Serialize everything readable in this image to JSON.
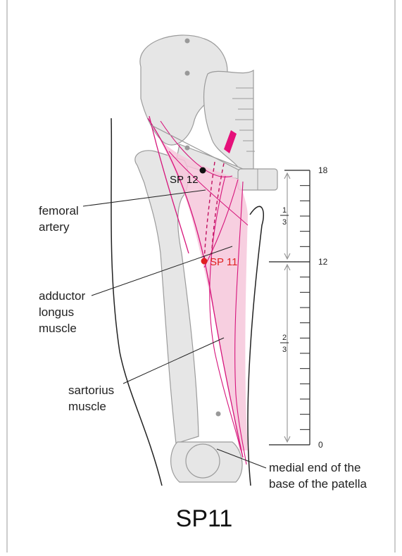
{
  "title": "SP11",
  "points": {
    "sp12": "SP 12",
    "sp11": "SP 11"
  },
  "labels": {
    "femoral_artery_1": "femoral",
    "femoral_artery_2": "artery",
    "adductor_1": "adductor",
    "adductor_2": "longus",
    "adductor_3": "muscle",
    "sartorius_1": "sartorius",
    "sartorius_2": "muscle",
    "patella_1": "medial end of the",
    "patella_2": "base of the patella"
  },
  "scale": {
    "ticks": [
      "18",
      "12",
      "0"
    ],
    "upper_fraction": {
      "num": "1",
      "den": "3"
    },
    "lower_fraction": {
      "num": "2",
      "den": "3"
    }
  },
  "colors": {
    "bone": "#e6e6e6",
    "bone_outline": "#9b9b9b",
    "muscle_fill": "#f6c7da",
    "muscle_line": "#d6147b",
    "artery": "#e5107a",
    "point_red": "#e02020",
    "point_black": "#111111"
  }
}
